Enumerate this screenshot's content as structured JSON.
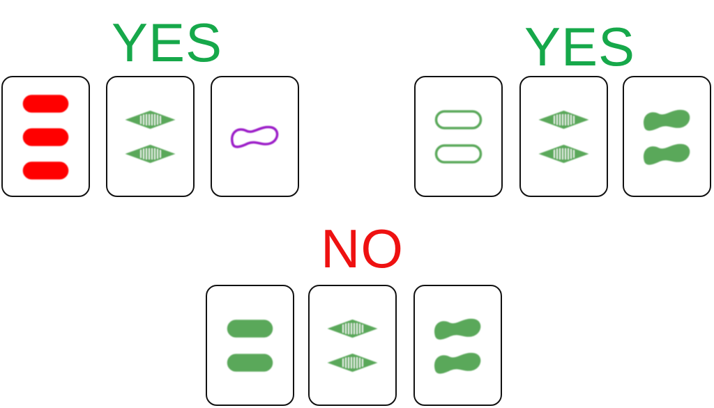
{
  "sets": [
    {
      "verdict": "YES",
      "verdict_color": "#16a84a",
      "cards": [
        {
          "number": 3,
          "shape": "oval",
          "fill": "solid",
          "color": "#ff0000"
        },
        {
          "number": 2,
          "shape": "diamond",
          "fill": "striped",
          "color": "#5aa85a"
        },
        {
          "number": 1,
          "shape": "squiggle",
          "fill": "open",
          "color": "#9b1fc8"
        }
      ]
    },
    {
      "verdict": "YES",
      "verdict_color": "#16a84a",
      "cards": [
        {
          "number": 2,
          "shape": "oval",
          "fill": "open",
          "color": "#5aa85a"
        },
        {
          "number": 2,
          "shape": "diamond",
          "fill": "striped",
          "color": "#5aa85a"
        },
        {
          "number": 2,
          "shape": "squiggle",
          "fill": "solid",
          "color": "#5aa85a"
        }
      ]
    },
    {
      "verdict": "NO",
      "verdict_color": "#ee1111",
      "cards": [
        {
          "number": 2,
          "shape": "oval",
          "fill": "solid",
          "color": "#5aa85a"
        },
        {
          "number": 2,
          "shape": "diamond",
          "fill": "striped",
          "color": "#5aa85a"
        },
        {
          "number": 2,
          "shape": "squiggle",
          "fill": "solid",
          "color": "#5aa85a"
        }
      ]
    }
  ]
}
